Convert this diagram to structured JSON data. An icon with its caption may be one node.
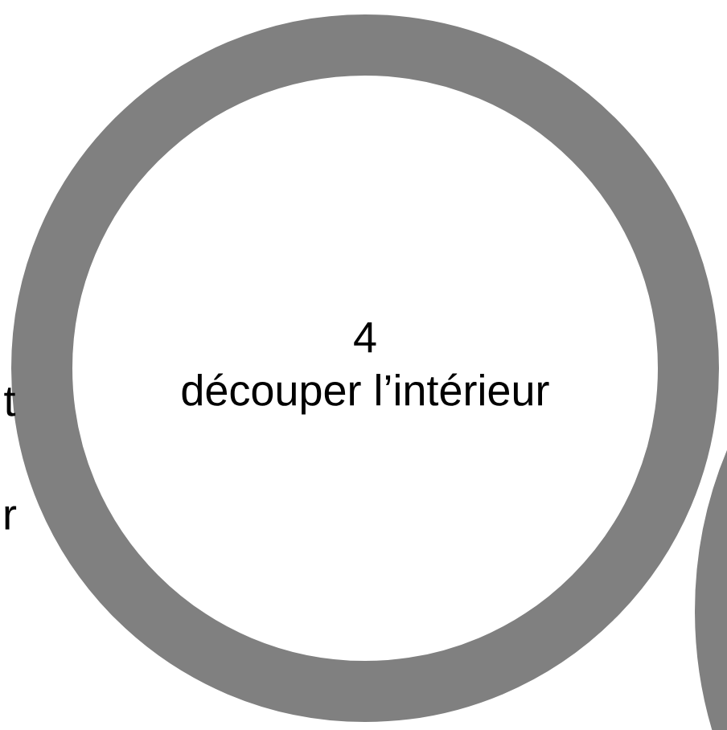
{
  "diagram": {
    "nodes": [
      {
        "text": [
          "4",
          "découper l’intérieur"
        ]
      },
      {
        "text": [],
        "shape": "circle"
      }
    ],
    "labels": [
      "t",
      "r"
    ]
  }
}
